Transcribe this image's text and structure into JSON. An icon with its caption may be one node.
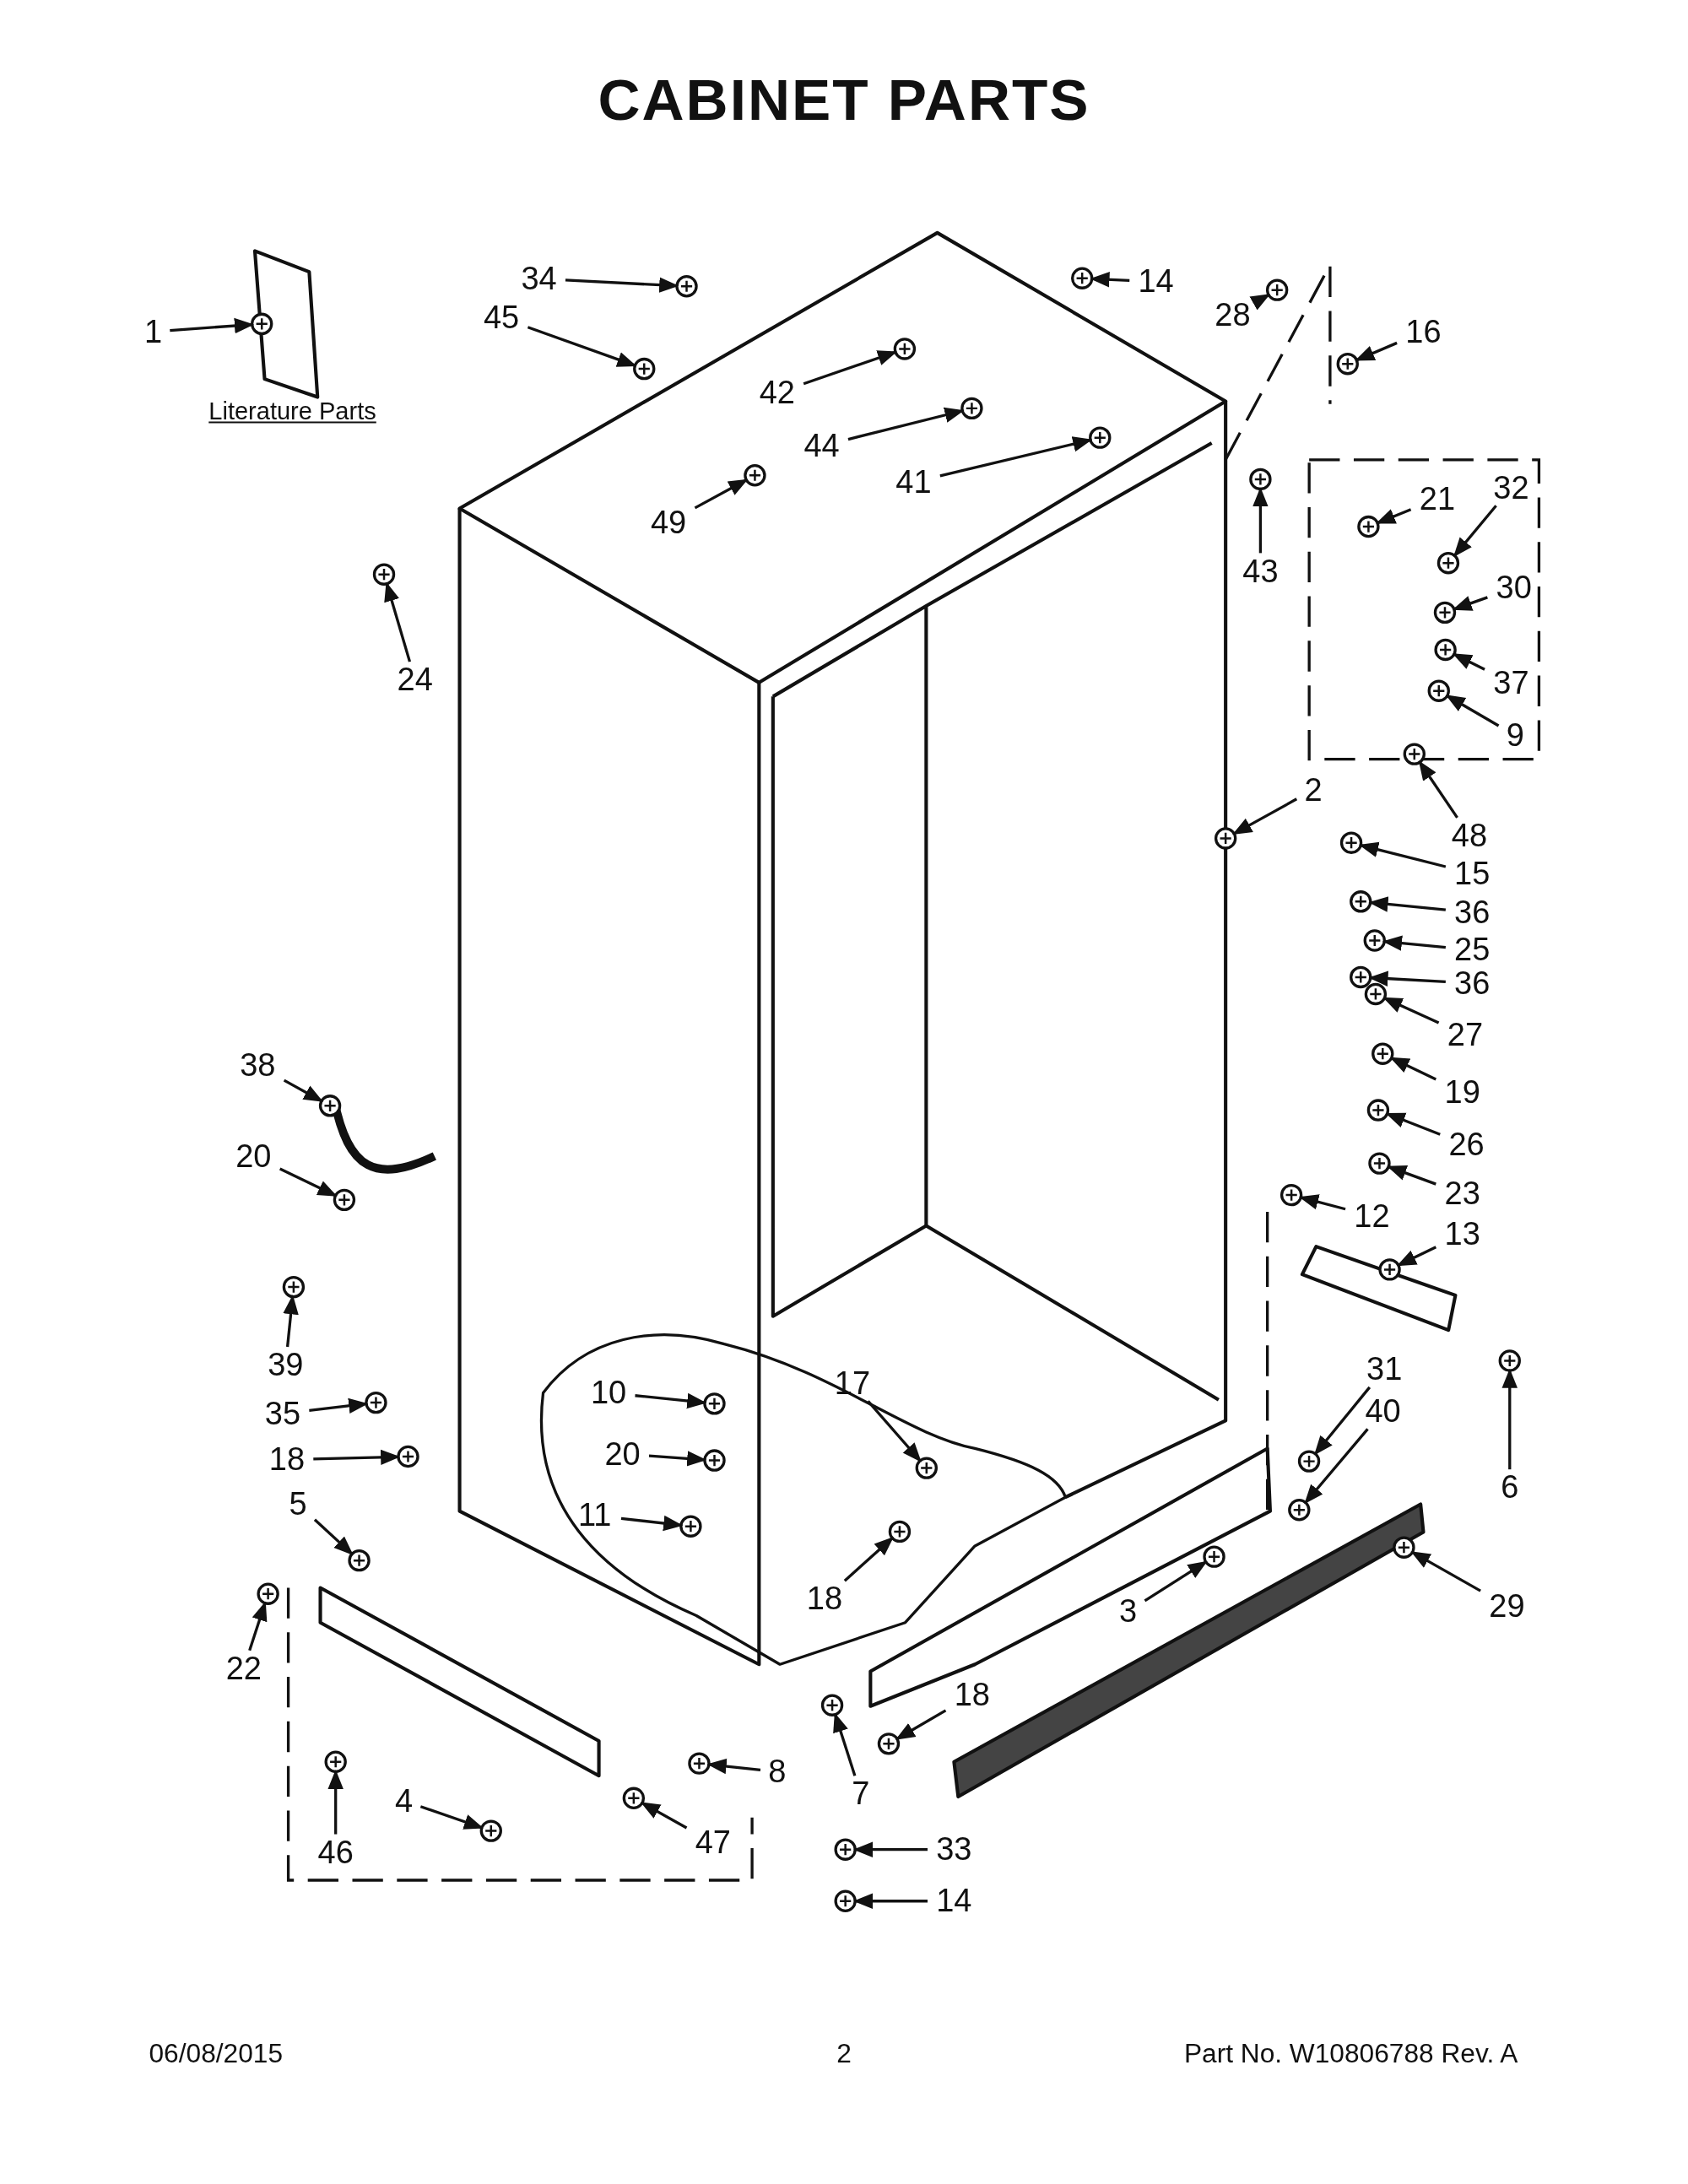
{
  "diagram": {
    "title": "CABINET PARTS",
    "nodes": [
      {
        "text": [
          "1"
        ]
      },
      {
        "text": [
          "34"
        ]
      },
      {
        "text": [
          "45"
        ]
      },
      {
        "text": [
          "14"
        ]
      },
      {
        "text": [
          "28"
        ]
      },
      {
        "text": [
          "16"
        ]
      },
      {
        "text": [
          "42"
        ]
      },
      {
        "text": [
          "44"
        ]
      },
      {
        "text": [
          "41"
        ]
      },
      {
        "text": [
          "49"
        ]
      },
      {
        "text": [
          "43"
        ]
      },
      {
        "text": [
          "21"
        ]
      },
      {
        "text": [
          "32"
        ]
      },
      {
        "text": [
          "30"
        ]
      },
      {
        "text": [
          "37"
        ]
      },
      {
        "text": [
          "9"
        ]
      },
      {
        "text": [
          "48"
        ]
      },
      {
        "text": [
          "24"
        ]
      },
      {
        "text": [
          "2"
        ]
      },
      {
        "text": [
          "15"
        ]
      },
      {
        "text": [
          "36"
        ]
      },
      {
        "text": [
          "25"
        ]
      },
      {
        "text": [
          "36"
        ]
      },
      {
        "text": [
          "27"
        ]
      },
      {
        "text": [
          "38"
        ]
      },
      {
        "text": [
          "19"
        ]
      },
      {
        "text": [
          "20"
        ]
      },
      {
        "text": [
          "26"
        ]
      },
      {
        "text": [
          "23"
        ]
      },
      {
        "text": [
          "12"
        ]
      },
      {
        "text": [
          "13"
        ]
      },
      {
        "text": [
          "39"
        ]
      },
      {
        "text": [
          "31"
        ]
      },
      {
        "text": [
          "10"
        ]
      },
      {
        "text": [
          "17"
        ]
      },
      {
        "text": [
          "35"
        ]
      },
      {
        "text": [
          "40"
        ]
      },
      {
        "text": [
          "20"
        ]
      },
      {
        "text": [
          "18"
        ]
      },
      {
        "text": [
          "6"
        ]
      },
      {
        "text": [
          "5"
        ]
      },
      {
        "text": [
          "11"
        ]
      },
      {
        "text": [
          "18"
        ]
      },
      {
        "text": [
          "3"
        ]
      },
      {
        "text": [
          "29"
        ]
      },
      {
        "text": [
          "22"
        ]
      },
      {
        "text": [
          "18"
        ]
      },
      {
        "text": [
          "8"
        ]
      },
      {
        "text": [
          "7"
        ]
      },
      {
        "text": [
          "4"
        ]
      },
      {
        "text": [
          "47"
        ]
      },
      {
        "text": [
          "33"
        ]
      },
      {
        "text": [
          "46"
        ]
      },
      {
        "text": [
          "14"
        ]
      },
      {
        "text": [],
        "shape": "picture"
      },
      {
        "text": [],
        "shape": "picture"
      },
      {
        "text": [],
        "shape": "picture"
      },
      {
        "text": [],
        "shape": "picture"
      },
      {
        "text": [],
        "shape": "picture"
      },
      {
        "text": [],
        "shape": "picture"
      },
      {
        "text": [],
        "shape": "picture"
      },
      {
        "text": [],
        "shape": "picture"
      },
      {
        "text": [],
        "shape": "picture"
      },
      {
        "text": [],
        "shape": "picture"
      },
      {
        "text": [],
        "shape": "picture"
      },
      {
        "text": [],
        "shape": "picture"
      },
      {
        "text": [],
        "shape": "picture"
      },
      {
        "text": [],
        "shape": "picture"
      },
      {
        "text": [],
        "shape": "picture"
      },
      {
        "text": [],
        "shape": "picture"
      },
      {
        "text": [],
        "shape": "picture"
      },
      {
        "text": [],
        "shape": "picture"
      },
      {
        "text": [],
        "shape": "picture"
      },
      {
        "text": [],
        "shape": "picture"
      },
      {
        "text": [],
        "shape": "picture"
      },
      {
        "text": [],
        "shape": "picture"
      },
      {
        "text": [],
        "shape": "picture"
      },
      {
        "text": [],
        "shape": "picture"
      },
      {
        "text": [],
        "shape": "picture"
      },
      {
        "text": [],
        "shape": "picture"
      },
      {
        "text": [],
        "shape": "picture"
      },
      {
        "text": [],
        "shape": "picture"
      },
      {
        "text": [],
        "shape": "picture"
      },
      {
        "text": [],
        "shape": "picture"
      },
      {
        "text": [],
        "shape": "picture"
      },
      {
        "text": [],
        "shape": "picture"
      },
      {
        "text": [],
        "shape": "picture"
      },
      {
        "text": [],
        "shape": "picture"
      },
      {
        "text": [],
        "shape": "picture"
      },
      {
        "text": [],
        "shape": "picture"
      },
      {
        "text": [],
        "shape": "picture"
      },
      {
        "text": [],
        "shape": "picture"
      },
      {
        "text": [],
        "shape": "picture"
      },
      {
        "text": [],
        "shape": "picture"
      },
      {
        "text": [],
        "shape": "picture"
      },
      {
        "text": [],
        "shape": "picture"
      },
      {
        "text": [],
        "shape": "picture"
      },
      {
        "text": [],
        "shape": "picture"
      },
      {
        "text": [],
        "shape": "picture"
      },
      {
        "text": [],
        "shape": "picture"
      },
      {
        "text": [],
        "shape": "picture"
      },
      {
        "text": [],
        "shape": "picture"
      },
      {
        "text": [],
        "shape": "picture"
      },
      {
        "text": [],
        "shape": "picture"
      },
      {
        "text": [],
        "shape": "picture"
      },
      {
        "text": [],
        "shape": "picture"
      },
      {
        "text": [],
        "shape": "picture"
      },
      {
        "text": [],
        "shape": "picture"
      }
    ],
    "edges": [
      {
        "from": 0,
        "to": 54,
        "arrow": "to"
      },
      {
        "from": 1,
        "to": 55,
        "arrow": "to"
      },
      {
        "from": 2,
        "to": 56,
        "arrow": "to"
      },
      {
        "from": 3,
        "to": 57,
        "arrow": "to"
      },
      {
        "from": 4,
        "to": 58,
        "arrow": "to"
      },
      {
        "from": 5,
        "to": 59,
        "arrow": "to"
      },
      {
        "from": 6,
        "to": 60,
        "arrow": "to"
      },
      {
        "from": 7,
        "to": 61,
        "arrow": "to"
      },
      {
        "from": 8,
        "to": 62,
        "arrow": "to"
      },
      {
        "from": 9,
        "to": 63,
        "arrow": "to"
      },
      {
        "from": 10,
        "to": 64,
        "arrow": "to"
      },
      {
        "from": 11,
        "to": 65,
        "arrow": "to"
      },
      {
        "from": 12,
        "to": 66,
        "arrow": "to"
      },
      {
        "from": 13,
        "to": 67,
        "arrow": "to"
      },
      {
        "from": 14,
        "to": 68,
        "arrow": "to"
      },
      {
        "from": 15,
        "to": 69,
        "arrow": "to"
      },
      {
        "from": 16,
        "to": 70,
        "arrow": "to"
      },
      {
        "from": 17,
        "to": 71,
        "arrow": "to"
      },
      {
        "from": 18,
        "to": 72,
        "arrow": "to"
      },
      {
        "from": 19,
        "to": 73,
        "arrow": "to"
      },
      {
        "from": 20,
        "to": 74,
        "arrow": "to"
      },
      {
        "from": 21,
        "to": 75,
        "arrow": "to"
      },
      {
        "from": 22,
        "to": 76,
        "arrow": "to"
      },
      {
        "from": 23,
        "to": 77,
        "arrow": "to"
      },
      {
        "from": 24,
        "to": 78,
        "arrow": "to"
      },
      {
        "from": 25,
        "to": 79,
        "arrow": "to"
      },
      {
        "from": 26,
        "to": 80,
        "arrow": "to"
      },
      {
        "from": 27,
        "to": 81,
        "arrow": "to"
      },
      {
        "from": 28,
        "to": 82,
        "arrow": "to"
      },
      {
        "from": 29,
        "to": 83,
        "arrow": "to"
      },
      {
        "from": 30,
        "to": 84,
        "arrow": "to"
      },
      {
        "from": 31,
        "to": 85,
        "arrow": "to"
      },
      {
        "from": 32,
        "to": 86,
        "arrow": "to"
      },
      {
        "from": 33,
        "to": 87,
        "arrow": "to"
      },
      {
        "from": 34,
        "to": 88,
        "arrow": "to"
      },
      {
        "from": 35,
        "to": 89,
        "arrow": "to"
      },
      {
        "from": 36,
        "to": 90,
        "arrow": "to"
      },
      {
        "from": 37,
        "to": 91,
        "arrow": "to"
      },
      {
        "from": 38,
        "to": 92,
        "arrow": "to"
      },
      {
        "from": 39,
        "to": 93,
        "arrow": "to"
      },
      {
        "from": 40,
        "to": 94,
        "arrow": "to"
      },
      {
        "from": 41,
        "to": 95,
        "arrow": "to"
      },
      {
        "from": 42,
        "to": 96,
        "arrow": "to"
      },
      {
        "from": 43,
        "to": 97,
        "arrow": "to"
      },
      {
        "from": 44,
        "to": 98,
        "arrow": "to"
      },
      {
        "from": 45,
        "to": 99,
        "arrow": "to"
      },
      {
        "from": 46,
        "to": 100,
        "arrow": "to"
      },
      {
        "from": 47,
        "to": 101,
        "arrow": "to"
      },
      {
        "from": 48,
        "to": 102,
        "arrow": "to"
      },
      {
        "from": 49,
        "to": 103,
        "arrow": "to"
      },
      {
        "from": 50,
        "to": 104,
        "arrow": "to"
      },
      {
        "from": 51,
        "to": 105,
        "arrow": "to"
      },
      {
        "from": 52,
        "to": 106,
        "arrow": "to"
      },
      {
        "from": 53,
        "to": 107,
        "arrow": "to"
      }
    ],
    "labels": [
      "Literature Parts",
      "06/08/2015",
      "2",
      "Part No. W10806788 Rev. A"
    ]
  }
}
